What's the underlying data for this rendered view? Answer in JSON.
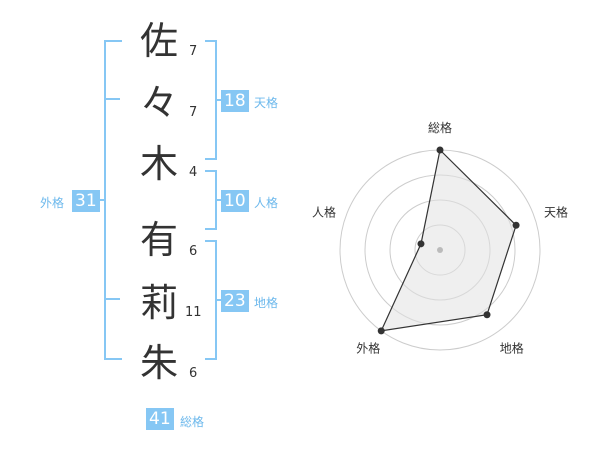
{
  "name": {
    "chars": [
      {
        "char": "佐",
        "strokes": "7"
      },
      {
        "char": "々",
        "strokes": "7"
      },
      {
        "char": "木",
        "strokes": "4"
      },
      {
        "char": "有",
        "strokes": "6"
      },
      {
        "char": "莉",
        "strokes": "11"
      },
      {
        "char": "朱",
        "strokes": "6"
      }
    ]
  },
  "fortunes": {
    "tenkaku": {
      "value": "18",
      "label": "天格"
    },
    "jinkaku": {
      "value": "10",
      "label": "人格"
    },
    "chikaku": {
      "value": "23",
      "label": "地格"
    },
    "gaikaku": {
      "value": "31",
      "label": "外格"
    },
    "soukaku": {
      "value": "41",
      "label": "総格"
    }
  },
  "colors": {
    "accent": "#86c7f4",
    "text": "#333333"
  },
  "chart_data": {
    "type": "radar",
    "axes": [
      "総格",
      "天格",
      "地格",
      "外格",
      "人格"
    ],
    "values": [
      1.0,
      0.8,
      0.8,
      1.0,
      0.2
    ],
    "max": 1.0,
    "rings": 4,
    "grid": true
  }
}
